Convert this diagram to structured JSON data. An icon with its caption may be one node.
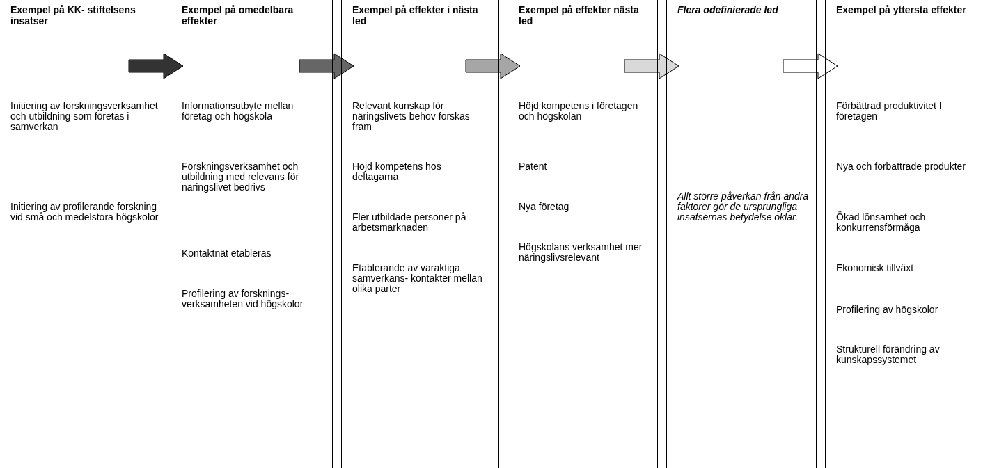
{
  "diagram": {
    "nodes": [
      {
        "text": [
          "Exempel på KK- stiftelsens insatser",
          "Initiering av forskningsverksamhet och utbildning som företas i samverkan",
          "Initiering av profilerande forskning vid små och medelstora högskolor"
        ]
      },
      {
        "text": [
          "Exempel på omedelbara effekter",
          "Informationsutbyte mellan företag och högskola",
          "Forskningsverksamhet och utbildning med relevans för näringslivet bedrivs",
          "Kontaktnät etableras",
          "Profilering av forsknings- verksamheten vid högskolor"
        ]
      },
      {
        "text": [
          "Exempel på effekter i nästa led",
          "Relevant kunskap för näringslivets behov forskas fram",
          "Höjd kompetens hos deltagarna",
          "Fler utbildade personer på arbetsmarknaden",
          "Etablerande av varaktiga samverkans- kontakter mellan olika parter"
        ]
      },
      {
        "text": [
          "Exempel på effekter nästa led",
          "Höjd kompetens i företagen och högskolan",
          "Patent",
          "Nya företag",
          "Högskolans verksamhet mer näringslivsrelevant"
        ]
      },
      {
        "text": [
          "Flera odefinierade led",
          "Allt större påverkan från andra faktorer gör de ursprungliga insatsernas betydelse oklar."
        ]
      },
      {
        "text": [
          "Exempel på yttersta effekter",
          "Förbättrad produktivitet I företagen",
          "Nya och förbättrade produkter",
          "Ökad lönsamhet och konkurrensförmåga",
          "Ekonomisk tillväxt",
          "Profilering av högskolor",
          "Strukturell förändring av kunskapssystemet"
        ]
      }
    ],
    "edges": [
      {
        "from": 0,
        "to": 1,
        "arrow": "to",
        "color": "#333333"
      },
      {
        "from": 1,
        "to": 2,
        "arrow": "to",
        "color": "#666666"
      },
      {
        "from": 2,
        "to": 3,
        "arrow": "to",
        "color": "#a6a6a6"
      },
      {
        "from": 3,
        "to": 4,
        "arrow": "to",
        "color": "#d9d9d9"
      },
      {
        "from": 4,
        "to": 5,
        "arrow": "to",
        "color": "#ffffff"
      }
    ]
  }
}
